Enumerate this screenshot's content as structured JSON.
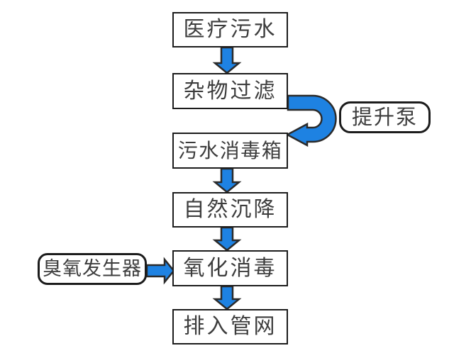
{
  "flowchart": {
    "nodes": {
      "medical_sewage": {
        "label": "医疗污水",
        "shape": "rect"
      },
      "debris_filter": {
        "label": "杂物过滤",
        "shape": "rect"
      },
      "lift_pump": {
        "label": "提升泵",
        "shape": "rounded"
      },
      "sewage_disinfection_tank": {
        "label": "污水消毒箱",
        "shape": "rect"
      },
      "natural_sedimentation": {
        "label": "自然沉降",
        "shape": "rect"
      },
      "ozone_generator": {
        "label": "臭氧发生器",
        "shape": "rounded"
      },
      "oxidation_disinfection": {
        "label": "氧化消毒",
        "shape": "rect"
      },
      "discharge_pipe_network": {
        "label": "排入管网",
        "shape": "rect"
      }
    },
    "edges": [
      {
        "from": "medical_sewage",
        "to": "debris_filter",
        "style": "block-arrow-down"
      },
      {
        "from": "debris_filter",
        "to": "sewage_disinfection_tank",
        "style": "u-turn-right",
        "via_label_node": "lift_pump"
      },
      {
        "from": "sewage_disinfection_tank",
        "to": "natural_sedimentation",
        "style": "block-arrow-down"
      },
      {
        "from": "natural_sedimentation",
        "to": "oxidation_disinfection",
        "style": "block-arrow-down"
      },
      {
        "from": "ozone_generator",
        "to": "oxidation_disinfection",
        "style": "block-arrow-right"
      },
      {
        "from": "oxidation_disinfection",
        "to": "discharge_pipe_network",
        "style": "block-arrow-down"
      }
    ],
    "colors": {
      "background": "#ffffff",
      "box_fill": "#ffffff",
      "box_border": "#1c1c1c",
      "text": "#3d3d3d",
      "arrow_fill": "#1e82e2",
      "arrow_outline": "#2b2b2b"
    }
  }
}
